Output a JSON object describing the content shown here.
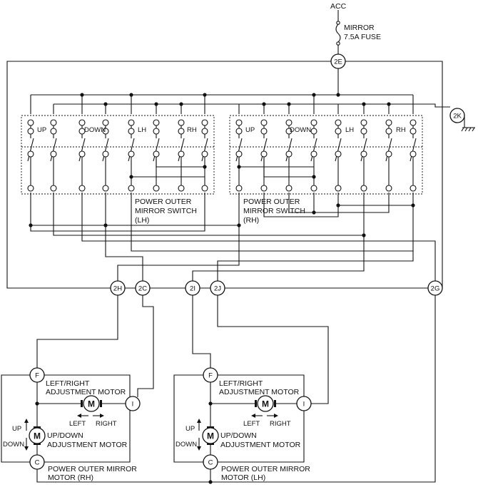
{
  "power": {
    "source": "ACC",
    "fuse_line1": "MIRROR",
    "fuse_line2": "7.5A FUSE"
  },
  "connectors": {
    "c2e": "2E",
    "c2k": "2K",
    "c2h": "2H",
    "c2c": "2C",
    "c2i": "2I",
    "c2j": "2J",
    "c2g": "2G"
  },
  "switch_lh": {
    "labels": {
      "up": "UP",
      "down": "DOWN",
      "lh": "LH",
      "rh": "RH"
    },
    "title": [
      "POWER OUTER",
      "MIRROR SWITCH",
      "(LH)"
    ]
  },
  "switch_rh": {
    "labels": {
      "up": "UP",
      "down": "DOWN",
      "lh": "LH",
      "rh": "RH"
    },
    "title": [
      "POWER OUTER",
      "MIRROR SWITCH",
      "(RH)"
    ]
  },
  "motor_rh": {
    "terminals": {
      "f": "F",
      "i": "I",
      "c": "C"
    },
    "lr_label": [
      "LEFT/RIGHT",
      "ADJUSTMENT MOTOR"
    ],
    "ud_label": [
      "UP/DOWN",
      "ADJUSTMENT MOTOR"
    ],
    "left": "LEFT",
    "right": "RIGHT",
    "up": "UP",
    "down": "DOWN",
    "m": "M",
    "title": [
      "POWER OUTER MIRROR",
      "MOTOR (RH)"
    ]
  },
  "motor_lh": {
    "terminals": {
      "f": "F",
      "i": "I",
      "c": "C"
    },
    "lr_label": [
      "LEFT/RIGHT",
      "ADJUSTMENT MOTOR"
    ],
    "ud_label": [
      "UP/DOWN",
      "ADJUSTMENT MOTOR"
    ],
    "left": "LEFT",
    "right": "RIGHT",
    "up": "UP",
    "down": "DOWN",
    "m": "M",
    "title": [
      "POWER OUTER MIRROR",
      "MOTOR (LH)"
    ]
  }
}
